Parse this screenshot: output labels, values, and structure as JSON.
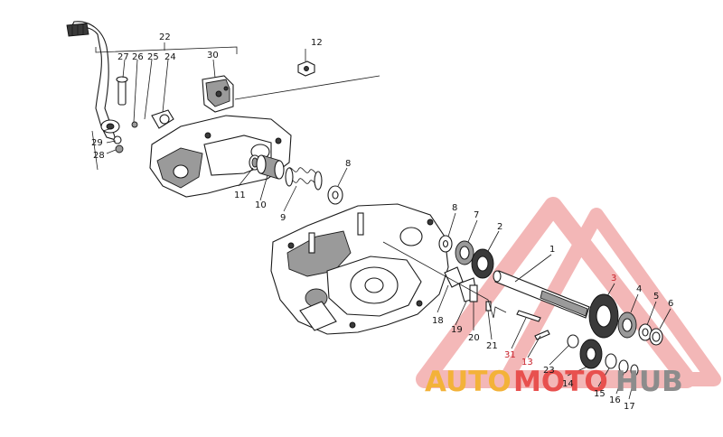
{
  "callouts": {
    "c1": "1",
    "c2": "2",
    "c3": "3",
    "c4": "4",
    "c5": "5",
    "c6": "6",
    "c7": "7",
    "c8a": "8",
    "c8b": "8",
    "c9": "9",
    "c10": "10",
    "c11": "11",
    "c12": "12",
    "c13": "13",
    "c14": "14",
    "c15": "15",
    "c16": "16",
    "c17": "17",
    "c18": "18",
    "c19": "19",
    "c20": "20",
    "c21": "21",
    "c22": "22",
    "c23": "23",
    "c24": "24",
    "c25": "25",
    "c26": "26",
    "c27": "27",
    "c28": "28",
    "c29": "29",
    "c30": "30",
    "c31": "31"
  },
  "watermark": {
    "part1": "AUTO",
    "part2": "MOTO",
    "part3": "HUB",
    "colors": {
      "orange": "#f3b239",
      "red": "#e8504e",
      "gray": "#8c8c8c"
    }
  }
}
